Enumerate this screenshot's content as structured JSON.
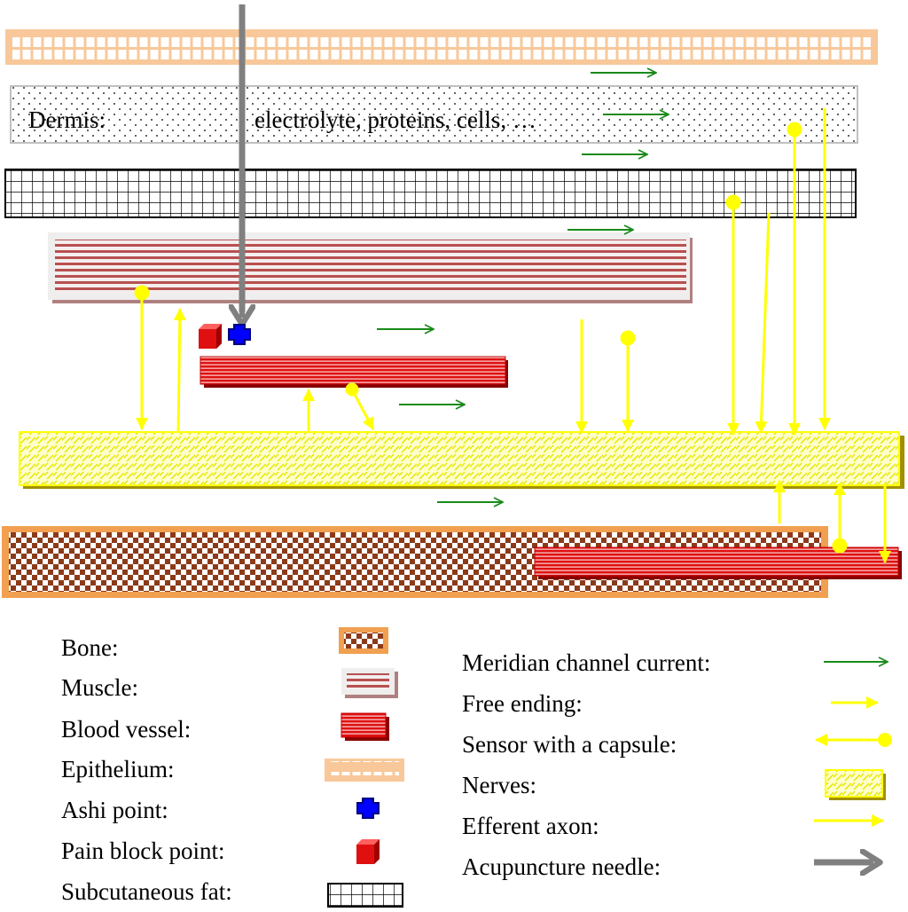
{
  "dermis": {
    "label": "Dermis:",
    "contents": "electrolyte, proteins, cells, …"
  },
  "legend": {
    "left": [
      {
        "label": "Bone:",
        "symbol": "bone"
      },
      {
        "label": "Muscle:",
        "symbol": "muscle"
      },
      {
        "label": "Blood vessel:",
        "symbol": "vessel"
      },
      {
        "label": "Epithelium:",
        "symbol": "epithelium"
      },
      {
        "label": "Ashi point:",
        "symbol": "ashi"
      },
      {
        "label": "Pain block point:",
        "symbol": "painblock"
      },
      {
        "label": "Subcutaneous fat:",
        "symbol": "fat"
      }
    ],
    "right": [
      {
        "label": "Meridian channel current:",
        "symbol": "meridian"
      },
      {
        "label": "Free ending:",
        "symbol": "free-ending"
      },
      {
        "label": "Sensor with a capsule:",
        "symbol": "sensor"
      },
      {
        "label": "Nerves:",
        "symbol": "nerves"
      },
      {
        "label": "Efferent axon:",
        "symbol": "efferent"
      },
      {
        "label": "Acupuncture needle:",
        "symbol": "needle"
      }
    ]
  },
  "colors": {
    "meridian_green": "#1a8a1a",
    "nerve_yellow": "#ffff00",
    "vessel_red": "#e01010",
    "bone_brown": "#8b3a1a",
    "bone_border": "#f0a050",
    "epithelium_peach": "#f8c89a",
    "muscle_stripe": "#b85050",
    "needle_gray": "#808080",
    "ashi_blue": "#0000ff"
  }
}
